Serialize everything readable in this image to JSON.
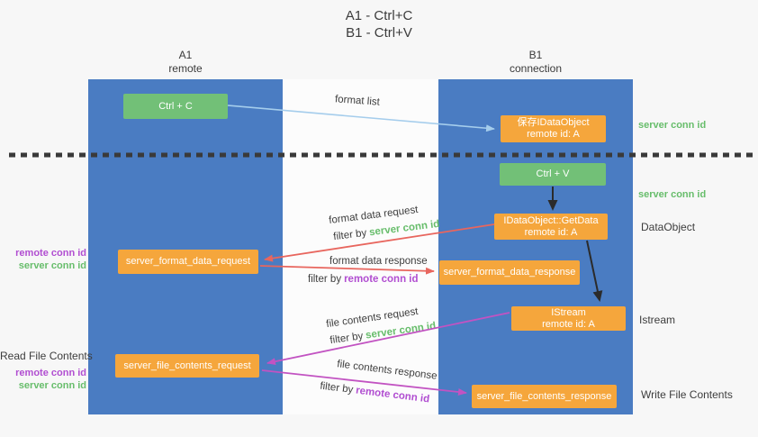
{
  "colors": {
    "column_blue": "#4a7cc2",
    "box_green": "#72c077",
    "box_orange": "#f5a63c",
    "arrow_blue": "#a5cdec",
    "arrow_red": "#e8665e",
    "arrow_magenta": "#c253c2",
    "arrow_black": "#2b2b2b",
    "text_green": "#67bd6b",
    "text_purple": "#b14ed1",
    "text_dark": "#3d3d3d"
  },
  "title": {
    "line1": "A1 - Ctrl+C",
    "line2": "B1 - Ctrl+V"
  },
  "columns": {
    "a1": {
      "title": "A1",
      "subtitle": "remote"
    },
    "b1": {
      "title": "B1",
      "subtitle": "connection"
    }
  },
  "boxes": {
    "ctrl_c": {
      "label": "Ctrl + C"
    },
    "save_idataobject": {
      "line1": "保存IDataObject",
      "line2": "remote id: A"
    },
    "ctrl_v": {
      "label": "Ctrl + V"
    },
    "getdata": {
      "line1": "IDataObject::GetData",
      "line2": "remote id: A"
    },
    "server_format_data_request": {
      "label": "server_format_data_request"
    },
    "server_format_data_response": {
      "label": "server_format_data_response"
    },
    "istream": {
      "line1": "IStream",
      "line2": "remote id: A"
    },
    "server_file_contents_request": {
      "label": "server_file_contents_request"
    },
    "server_file_contents_response": {
      "label": "server_file_contents_response"
    }
  },
  "flow_labels": {
    "format_list": "format list",
    "format_data_request": "format data request",
    "format_data_response": "format data response",
    "file_contents_request": "file contents request",
    "file_contents_response": "file contents response",
    "filter_by": "filter by",
    "server_conn_id": "server conn id",
    "remote_conn_id": "remote conn id"
  },
  "side_labels": {
    "right_server_conn_id_top": "server conn id",
    "right_server_conn_id_mid": "server conn id",
    "right_dataobject": "DataObject",
    "right_istream": "Istream",
    "right_write_file_contents": "Write File Contents",
    "left_remote_conn_id_top": "remote conn id",
    "left_server_conn_id_top": "server conn id",
    "left_read_file_contents": "Read File Contents",
    "left_remote_conn_id_bottom": "remote conn id",
    "left_server_conn_id_bottom": "server conn id"
  }
}
